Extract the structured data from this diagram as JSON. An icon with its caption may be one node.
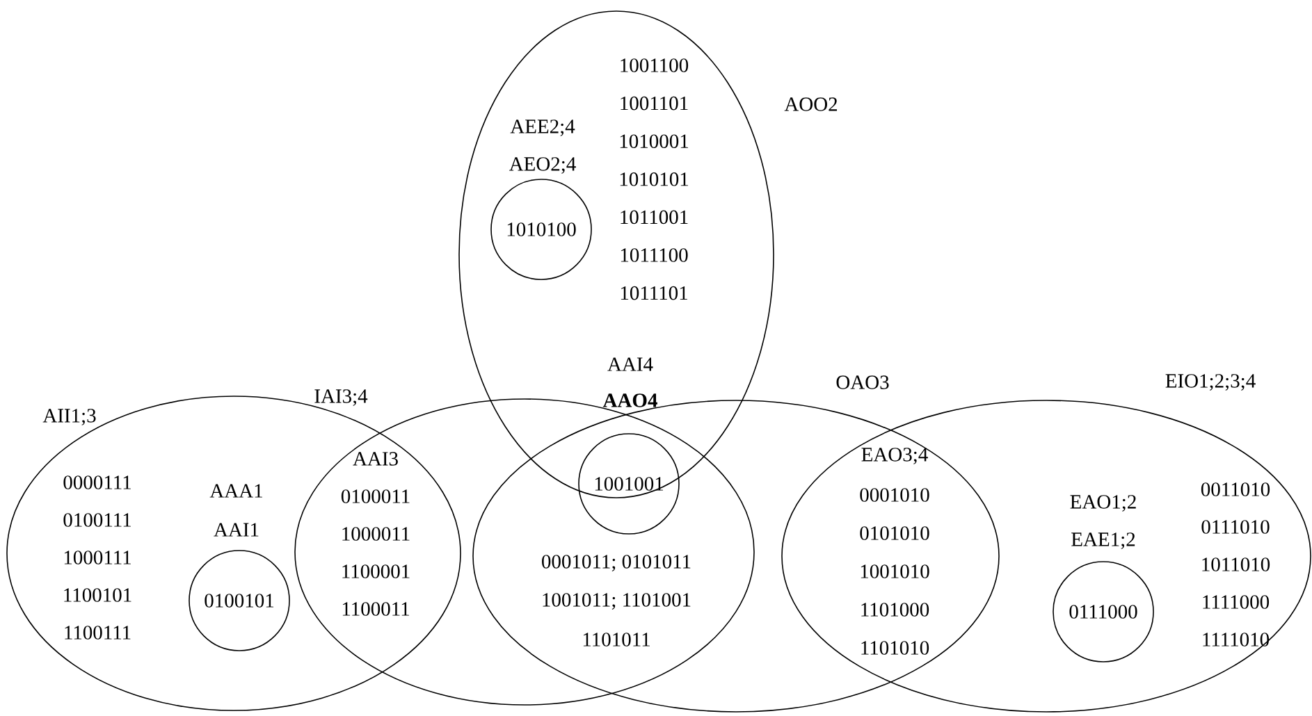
{
  "diagram": {
    "nodes": [
      {
        "text": [
          "AOO2"
        ]
      },
      {
        "text": [
          "1010100"
        ],
        "in": 0,
        "beside": [
          "AEE2;4",
          "AEO2;4"
        ]
      },
      {
        "text": [
          "IAI3;4"
        ]
      },
      {
        "text": [
          "OAO3"
        ]
      },
      {
        "text": [
          "AII1;3"
        ]
      },
      {
        "text": [
          "0100101"
        ],
        "in": 4,
        "beside": [
          "AAA1",
          "AAI1"
        ]
      },
      {
        "text": [
          "1001001"
        ]
      },
      {
        "text": [
          "EIO1;2;3;4"
        ]
      },
      {
        "text": [
          "0111000"
        ],
        "in": 7,
        "beside": [
          "EAO1;2",
          "EAE1;2"
        ]
      }
    ],
    "labels": [
      "1001100",
      "1001101",
      "1010001",
      "1010101",
      "1011001",
      "1011100",
      "1011101",
      "AAI4",
      "AAO4",
      "0000111",
      "0100111",
      "1000111",
      "1100101",
      "1100111",
      "AAI3",
      "0100011",
      "1000011",
      "1100001",
      "1100011",
      "0001011; 0101011",
      "1001011; 1101001",
      "1101011",
      "EAO3;4",
      "0001010",
      "0101010",
      "1001010",
      "1101000",
      "1101010",
      "0011010",
      "0111010",
      "1011010",
      "1111000",
      "1111010"
    ]
  }
}
